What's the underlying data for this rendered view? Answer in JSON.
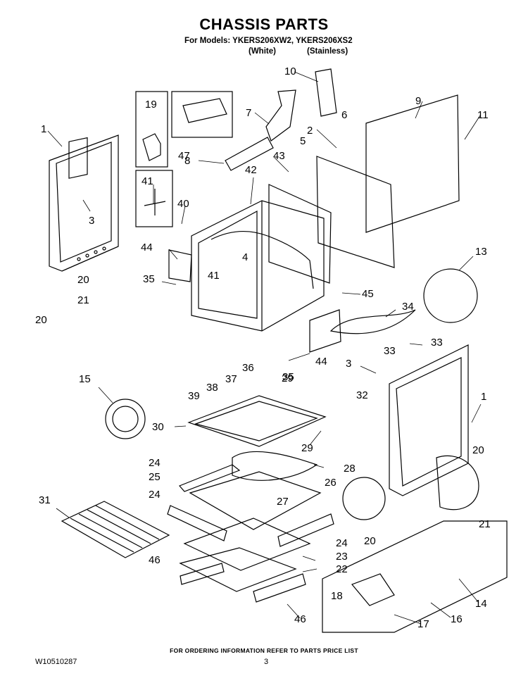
{
  "header": {
    "title": "CHASSIS PARTS",
    "models_line": "For Models: YKERS206XW2, YKERS206XS2",
    "variant_white": "(White)",
    "variant_stainless": "(Stainless)"
  },
  "footer": {
    "ordering_note": "FOR ORDERING INFORMATION REFER TO PARTS PRICE LIST",
    "doc_number": "W10510287",
    "page_number": "3"
  },
  "callouts": [
    "1",
    "3",
    "10",
    "7",
    "19",
    "47",
    "9",
    "11",
    "6",
    "2",
    "5",
    "8",
    "43",
    "42",
    "41",
    "40",
    "44",
    "4",
    "35",
    "41",
    "20",
    "21",
    "20",
    "13",
    "45",
    "34",
    "33",
    "33",
    "44",
    "3",
    "35",
    "36",
    "37",
    "38",
    "39",
    "15",
    "29",
    "32",
    "1",
    "30",
    "29",
    "20",
    "24",
    "25",
    "28",
    "26",
    "24",
    "27",
    "31",
    "21",
    "20",
    "24",
    "23",
    "46",
    "22",
    "18",
    "17",
    "16",
    "14",
    "46"
  ]
}
